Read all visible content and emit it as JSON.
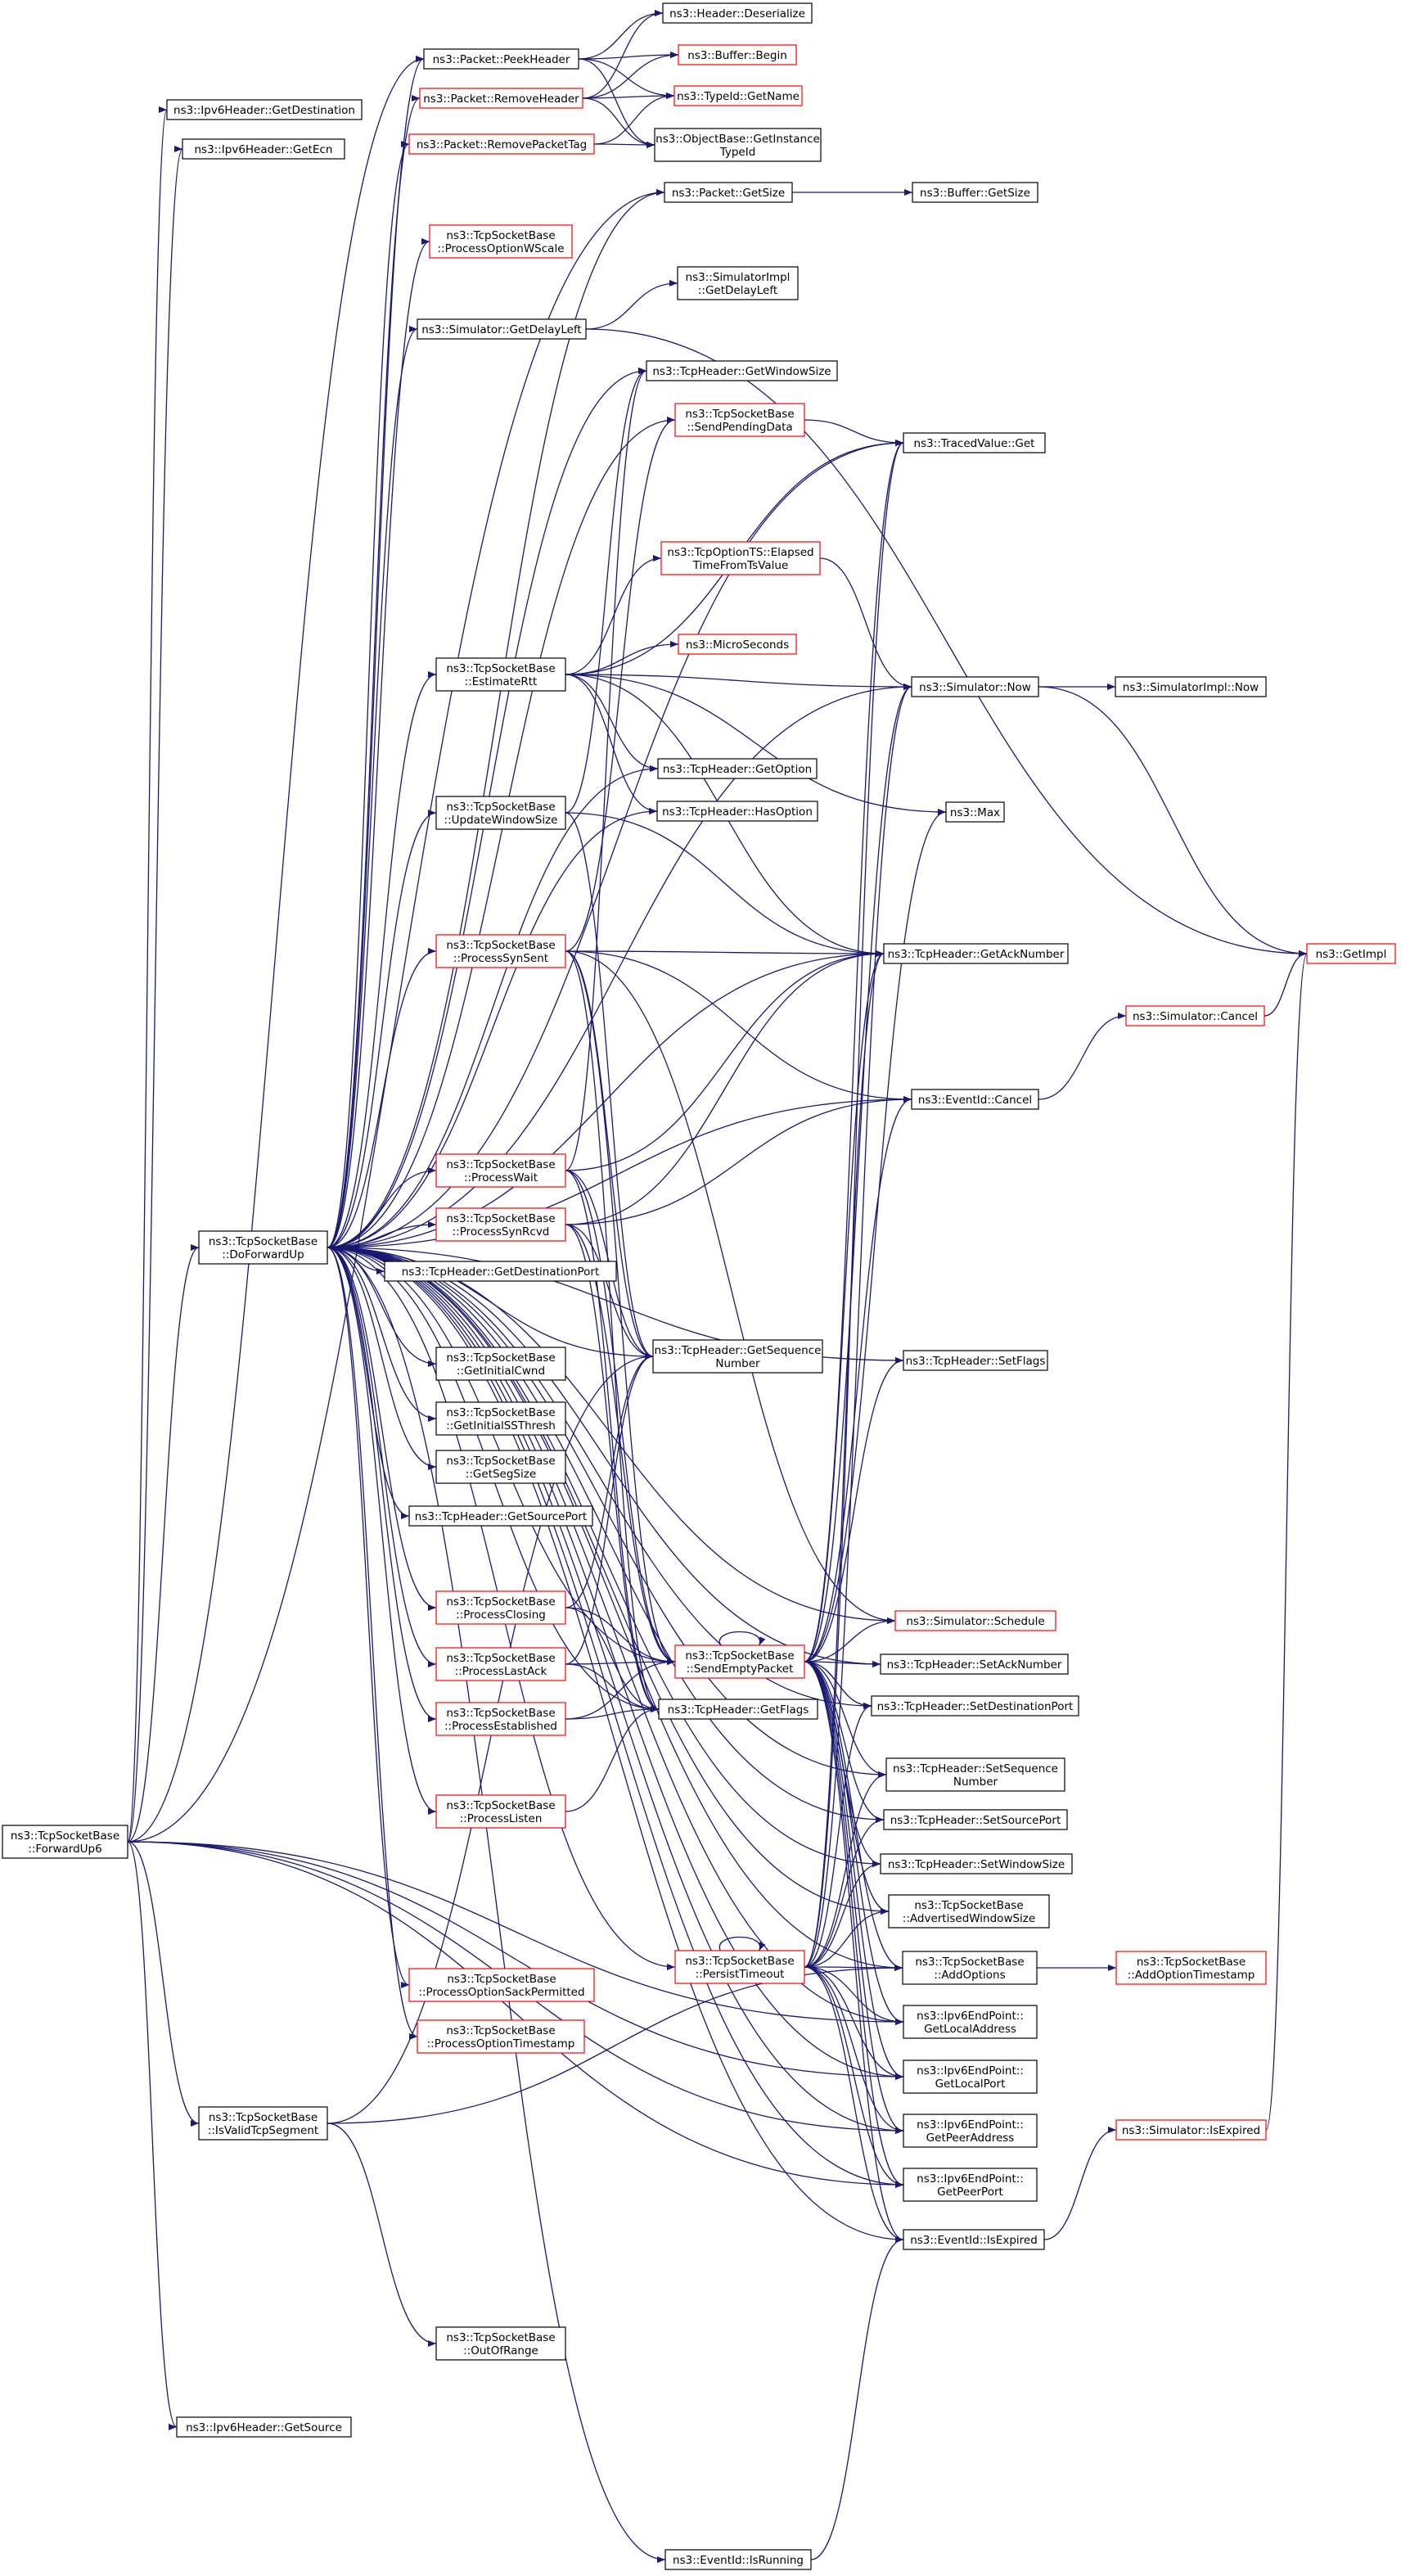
{
  "colors": {
    "edge": "#191970",
    "border_normal": "#000000",
    "border_hidden": "#ff0000",
    "root_fill": "#bfbfbf",
    "fill": "#ffffff"
  },
  "nodes": {
    "forwardup6": {
      "lines": [
        "ns3::TcpSocketBase",
        "::ForwardUp6"
      ],
      "style": "root"
    },
    "doforwardup": {
      "lines": [
        "ns3::TcpSocketBase",
        "::DoForwardUp"
      ],
      "style": "normal"
    },
    "isvalidtcpsegment": {
      "lines": [
        "ns3::TcpSocketBase",
        "::IsValidTcpSegment"
      ],
      "style": "normal"
    },
    "ipv6_getdestination": {
      "lines": [
        "ns3::Ipv6Header::GetDestination"
      ],
      "style": "normal"
    },
    "ipv6_getecn": {
      "lines": [
        "ns3::Ipv6Header::GetEcn"
      ],
      "style": "normal"
    },
    "ipv6_getsource": {
      "lines": [
        "ns3::Ipv6Header::GetSource"
      ],
      "style": "normal"
    },
    "peekheader": {
      "lines": [
        "ns3::Packet::PeekHeader"
      ],
      "style": "normal"
    },
    "removeheader": {
      "lines": [
        "ns3::Packet::RemoveHeader"
      ],
      "style": "red"
    },
    "removepackettag": {
      "lines": [
        "ns3::Packet::RemovePacketTag"
      ],
      "style": "red"
    },
    "header_deserialize": {
      "lines": [
        "ns3::Header::Deserialize"
      ],
      "style": "normal"
    },
    "buffer_begin": {
      "lines": [
        "ns3::Buffer::Begin"
      ],
      "style": "red"
    },
    "typeid_getname": {
      "lines": [
        "ns3::TypeId::GetName"
      ],
      "style": "red"
    },
    "objectbase_getinstancetypeid": {
      "lines": [
        "ns3::ObjectBase::GetInstance",
        "TypeId"
      ],
      "style": "normal"
    },
    "packet_getsize": {
      "lines": [
        "ns3::Packet::GetSize"
      ],
      "style": "normal"
    },
    "buffer_getsize": {
      "lines": [
        "ns3::Buffer::GetSize"
      ],
      "style": "normal"
    },
    "processoptionwscale": {
      "lines": [
        "ns3::TcpSocketBase",
        "::ProcessOptionWScale"
      ],
      "style": "red"
    },
    "simulator_getdelayleft": {
      "lines": [
        "ns3::Simulator::GetDelayLeft"
      ],
      "style": "normal"
    },
    "simimpl_getdelayleft": {
      "lines": [
        "ns3::SimulatorImpl",
        "::GetDelayLeft"
      ],
      "style": "normal"
    },
    "getwindowsize": {
      "lines": [
        "ns3::TcpHeader::GetWindowSize"
      ],
      "style": "normal"
    },
    "sendpendingdata": {
      "lines": [
        "ns3::TcpSocketBase",
        "::SendPendingData"
      ],
      "style": "red"
    },
    "tracedvalue_get": {
      "lines": [
        "ns3::TracedValue::Get"
      ],
      "style": "normal"
    },
    "elapsedtime": {
      "lines": [
        "ns3::TcpOptionTS::Elapsed",
        "TimeFromTsValue"
      ],
      "style": "red"
    },
    "microseconds": {
      "lines": [
        "ns3::MicroSeconds"
      ],
      "style": "red"
    },
    "estimatertt": {
      "lines": [
        "ns3::TcpSocketBase",
        "::EstimateRtt"
      ],
      "style": "normal"
    },
    "simulator_now": {
      "lines": [
        "ns3::Simulator::Now"
      ],
      "style": "normal"
    },
    "simimpl_now": {
      "lines": [
        "ns3::SimulatorImpl::Now"
      ],
      "style": "normal"
    },
    "getoption": {
      "lines": [
        "ns3::TcpHeader::GetOption"
      ],
      "style": "normal"
    },
    "hasoption": {
      "lines": [
        "ns3::TcpHeader::HasOption"
      ],
      "style": "normal"
    },
    "updatewindowsize": {
      "lines": [
        "ns3::TcpSocketBase",
        "::UpdateWindowSize"
      ],
      "style": "normal"
    },
    "max": {
      "lines": [
        "ns3::Max"
      ],
      "style": "normal"
    },
    "processsynsent": {
      "lines": [
        "ns3::TcpSocketBase",
        "::ProcessSynSent"
      ],
      "style": "red"
    },
    "getacknumber": {
      "lines": [
        "ns3::TcpHeader::GetAckNumber"
      ],
      "style": "normal"
    },
    "getimpl": {
      "lines": [
        "ns3::GetImpl"
      ],
      "style": "red"
    },
    "simulator_cancel": {
      "lines": [
        "ns3::Simulator::Cancel"
      ],
      "style": "red"
    },
    "eventid_cancel": {
      "lines": [
        "ns3::EventId::Cancel"
      ],
      "style": "normal"
    },
    "processwait": {
      "lines": [
        "ns3::TcpSocketBase",
        "::ProcessWait"
      ],
      "style": "red"
    },
    "processsynrcvd": {
      "lines": [
        "ns3::TcpSocketBase",
        "::ProcessSynRcvd"
      ],
      "style": "red"
    },
    "getdestinationport": {
      "lines": [
        "ns3::TcpHeader::GetDestinationPort"
      ],
      "style": "normal"
    },
    "getsequencenumber": {
      "lines": [
        "ns3::TcpHeader::GetSequence",
        "Number"
      ],
      "style": "normal"
    },
    "setflags": {
      "lines": [
        "ns3::TcpHeader::SetFlags"
      ],
      "style": "normal"
    },
    "getinitialcwnd": {
      "lines": [
        "ns3::TcpSocketBase",
        "::GetInitialCwnd"
      ],
      "style": "normal"
    },
    "getinitialssthresh": {
      "lines": [
        "ns3::TcpSocketBase",
        "::GetInitialSSThresh"
      ],
      "style": "normal"
    },
    "getsegsize": {
      "lines": [
        "ns3::TcpSocketBase",
        "::GetSegSize"
      ],
      "style": "normal"
    },
    "getsourceport": {
      "lines": [
        "ns3::TcpHeader::GetSourcePort"
      ],
      "style": "normal"
    },
    "processclosing": {
      "lines": [
        "ns3::TcpSocketBase",
        "::ProcessClosing"
      ],
      "style": "red"
    },
    "simulator_schedule": {
      "lines": [
        "ns3::Simulator::Schedule"
      ],
      "style": "red"
    },
    "sendemptypacket": {
      "lines": [
        "ns3::TcpSocketBase",
        "::SendEmptyPacket"
      ],
      "style": "red"
    },
    "processlastack": {
      "lines": [
        "ns3::TcpSocketBase",
        "::ProcessLastAck"
      ],
      "style": "red"
    },
    "setacknumber": {
      "lines": [
        "ns3::TcpHeader::SetAckNumber"
      ],
      "style": "normal"
    },
    "setdestinationport": {
      "lines": [
        "ns3::TcpHeader::SetDestinationPort"
      ],
      "style": "normal"
    },
    "processestablished": {
      "lines": [
        "ns3::TcpSocketBase",
        "::ProcessEstablished"
      ],
      "style": "red"
    },
    "getflags": {
      "lines": [
        "ns3::TcpHeader::GetFlags"
      ],
      "style": "normal"
    },
    "setsequencenumber": {
      "lines": [
        "ns3::TcpHeader::SetSequence",
        "Number"
      ],
      "style": "normal"
    },
    "processlisten": {
      "lines": [
        "ns3::TcpSocketBase",
        "::ProcessListen"
      ],
      "style": "red"
    },
    "setsourceport": {
      "lines": [
        "ns3::TcpHeader::SetSourcePort"
      ],
      "style": "normal"
    },
    "setwindowsize": {
      "lines": [
        "ns3::TcpHeader::SetWindowSize"
      ],
      "style": "normal"
    },
    "advertisedwindowsize": {
      "lines": [
        "ns3::TcpSocketBase",
        "::AdvertisedWindowSize"
      ],
      "style": "normal"
    },
    "persisttimeout": {
      "lines": [
        "ns3::TcpSocketBase",
        "::PersistTimeout"
      ],
      "style": "red"
    },
    "addoptions": {
      "lines": [
        "ns3::TcpSocketBase",
        "::AddOptions"
      ],
      "style": "normal"
    },
    "addoptiontimestamp": {
      "lines": [
        "ns3::TcpSocketBase",
        "::AddOptionTimestamp"
      ],
      "style": "red"
    },
    "processoptionsackpermitted": {
      "lines": [
        "ns3::TcpSocketBase",
        "::ProcessOptionSackPermitted"
      ],
      "style": "red"
    },
    "getlocaladdress": {
      "lines": [
        "ns3::Ipv6EndPoint::",
        "GetLocalAddress"
      ],
      "style": "normal"
    },
    "processoptiontimestamp": {
      "lines": [
        "ns3::TcpSocketBase",
        "::ProcessOptionTimestamp"
      ],
      "style": "red"
    },
    "getlocalport": {
      "lines": [
        "ns3::Ipv6EndPoint::",
        "GetLocalPort"
      ],
      "style": "normal"
    },
    "getpeeraddress": {
      "lines": [
        "ns3::Ipv6EndPoint::",
        "GetPeerAddress"
      ],
      "style": "normal"
    },
    "simulator_isexpired": {
      "lines": [
        "ns3::Simulator::IsExpired"
      ],
      "style": "red"
    },
    "getpeerport": {
      "lines": [
        "ns3::Ipv6EndPoint::",
        "GetPeerPort"
      ],
      "style": "normal"
    },
    "eventid_isexpired": {
      "lines": [
        "ns3::EventId::IsExpired"
      ],
      "style": "normal"
    },
    "outofrange": {
      "lines": [
        "ns3::TcpSocketBase",
        "::OutOfRange"
      ],
      "style": "normal"
    },
    "eventid_isrunning": {
      "lines": [
        "ns3::EventId::IsRunning"
      ],
      "style": "normal"
    }
  },
  "edges": [
    [
      "forwardup6",
      "doforwardup"
    ],
    [
      "forwardup6",
      "isvalidtcpsegment"
    ],
    [
      "forwardup6",
      "ipv6_getdestination"
    ],
    [
      "forwardup6",
      "ipv6_getecn"
    ],
    [
      "forwardup6",
      "ipv6_getsource"
    ],
    [
      "forwardup6",
      "peekheader"
    ],
    [
      "forwardup6",
      "packet_getsize"
    ],
    [
      "forwardup6",
      "getlocaladdress"
    ],
    [
      "forwardup6",
      "getlocalport"
    ],
    [
      "forwardup6",
      "getpeeraddress"
    ],
    [
      "forwardup6",
      "getpeerport"
    ],
    [
      "peekheader",
      "header_deserialize"
    ],
    [
      "peekheader",
      "buffer_begin"
    ],
    [
      "peekheader",
      "typeid_getname"
    ],
    [
      "peekheader",
      "objectbase_getinstancetypeid"
    ],
    [
      "removeheader",
      "header_deserialize"
    ],
    [
      "removeheader",
      "buffer_begin"
    ],
    [
      "removeheader",
      "typeid_getname"
    ],
    [
      "removeheader",
      "objectbase_getinstancetypeid"
    ],
    [
      "removepackettag",
      "typeid_getname"
    ],
    [
      "removepackettag",
      "objectbase_getinstancetypeid"
    ],
    [
      "packet_getsize",
      "buffer_getsize"
    ],
    [
      "simulator_getdelayleft",
      "simimpl_getdelayleft"
    ],
    [
      "simulator_getdelayleft",
      "getimpl"
    ],
    [
      "sendpendingdata",
      "tracedvalue_get"
    ],
    [
      "elapsedtime",
      "simulator_now"
    ],
    [
      "estimatertt",
      "tracedvalue_get"
    ],
    [
      "estimatertt",
      "elapsedtime"
    ],
    [
      "estimatertt",
      "microseconds"
    ],
    [
      "estimatertt",
      "simulator_now"
    ],
    [
      "estimatertt",
      "getoption"
    ],
    [
      "estimatertt",
      "hasoption"
    ],
    [
      "estimatertt",
      "max"
    ],
    [
      "estimatertt",
      "getacknumber"
    ],
    [
      "simulator_now",
      "simimpl_now"
    ],
    [
      "simulator_now",
      "getimpl"
    ],
    [
      "updatewindowsize",
      "getwindowsize"
    ],
    [
      "updatewindowsize",
      "getacknumber"
    ],
    [
      "updatewindowsize",
      "getsequencenumber"
    ],
    [
      "processsynsent",
      "sendpendingdata"
    ],
    [
      "processsynsent",
      "getacknumber"
    ],
    [
      "processsynsent",
      "eventid_cancel"
    ],
    [
      "processsynsent",
      "getsequencenumber"
    ],
    [
      "processsynsent",
      "sendemptypacket"
    ],
    [
      "processsynsent",
      "getflags"
    ],
    [
      "processsynsent",
      "simulator_schedule"
    ],
    [
      "simulator_cancel",
      "getimpl"
    ],
    [
      "eventid_cancel",
      "simulator_cancel"
    ],
    [
      "processwait",
      "getwindowsize"
    ],
    [
      "processwait",
      "getacknumber"
    ],
    [
      "processwait",
      "getsequencenumber"
    ],
    [
      "processwait",
      "sendemptypacket"
    ],
    [
      "processwait",
      "getflags"
    ],
    [
      "processsynrcvd",
      "eventid_cancel"
    ],
    [
      "processsynrcvd",
      "getacknumber"
    ],
    [
      "processsynrcvd",
      "getsequencenumber"
    ],
    [
      "processsynrcvd",
      "sendemptypacket"
    ],
    [
      "processsynrcvd",
      "getflags"
    ],
    [
      "processclosing",
      "getsequencenumber"
    ],
    [
      "processclosing",
      "sendemptypacket"
    ],
    [
      "processclosing",
      "getflags"
    ],
    [
      "processlastack",
      "getsequencenumber"
    ],
    [
      "processlastack",
      "sendemptypacket"
    ],
    [
      "processlastack",
      "getflags"
    ],
    [
      "processestablished",
      "sendemptypacket"
    ],
    [
      "processestablished",
      "getflags"
    ],
    [
      "processlisten",
      "getflags"
    ],
    [
      "sendemptypacket",
      "sendemptypacket"
    ],
    [
      "sendemptypacket",
      "tracedvalue_get"
    ],
    [
      "sendemptypacket",
      "simulator_now"
    ],
    [
      "sendemptypacket",
      "max"
    ],
    [
      "sendemptypacket",
      "getacknumber"
    ],
    [
      "sendemptypacket",
      "eventid_cancel"
    ],
    [
      "sendemptypacket",
      "setflags"
    ],
    [
      "sendemptypacket",
      "simulator_schedule"
    ],
    [
      "sendemptypacket",
      "setacknumber"
    ],
    [
      "sendemptypacket",
      "setdestinationport"
    ],
    [
      "sendemptypacket",
      "setsequencenumber"
    ],
    [
      "sendemptypacket",
      "setsourceport"
    ],
    [
      "sendemptypacket",
      "setwindowsize"
    ],
    [
      "sendemptypacket",
      "advertisedwindowsize"
    ],
    [
      "sendemptypacket",
      "addoptions"
    ],
    [
      "sendemptypacket",
      "getlocaladdress"
    ],
    [
      "sendemptypacket",
      "getlocalport"
    ],
    [
      "sendemptypacket",
      "getpeeraddress"
    ],
    [
      "sendemptypacket",
      "getpeerport"
    ],
    [
      "sendemptypacket",
      "eventid_isexpired"
    ],
    [
      "persisttimeout",
      "persisttimeout"
    ],
    [
      "persisttimeout",
      "tracedvalue_get"
    ],
    [
      "persisttimeout",
      "simulator_now"
    ],
    [
      "persisttimeout",
      "getacknumber"
    ],
    [
      "persisttimeout",
      "setdestinationport"
    ],
    [
      "persisttimeout",
      "setsequencenumber"
    ],
    [
      "persisttimeout",
      "setsourceport"
    ],
    [
      "persisttimeout",
      "setwindowsize"
    ],
    [
      "persisttimeout",
      "advertisedwindowsize"
    ],
    [
      "persisttimeout",
      "addoptions"
    ],
    [
      "persisttimeout",
      "getlocaladdress"
    ],
    [
      "persisttimeout",
      "getlocalport"
    ],
    [
      "persisttimeout",
      "getpeeraddress"
    ],
    [
      "persisttimeout",
      "getpeerport"
    ],
    [
      "persisttimeout",
      "eventid_isexpired"
    ],
    [
      "addoptions",
      "addoptiontimestamp"
    ],
    [
      "simulator_isexpired",
      "getimpl"
    ],
    [
      "eventid_isexpired",
      "simulator_isexpired"
    ],
    [
      "isvalidtcpsegment",
      "getsequencenumber"
    ],
    [
      "isvalidtcpsegment",
      "addoptions"
    ],
    [
      "isvalidtcpsegment",
      "outofrange"
    ],
    [
      "eventid_isrunning",
      "eventid_isexpired"
    ],
    [
      "doforwardup",
      "peekheader"
    ],
    [
      "doforwardup",
      "removeheader"
    ],
    [
      "doforwardup",
      "removepackettag"
    ],
    [
      "doforwardup",
      "packet_getsize"
    ],
    [
      "doforwardup",
      "processoptionwscale"
    ],
    [
      "doforwardup",
      "simulator_getdelayleft"
    ],
    [
      "doforwardup",
      "getwindowsize"
    ],
    [
      "doforwardup",
      "sendpendingdata"
    ],
    [
      "doforwardup",
      "tracedvalue_get"
    ],
    [
      "doforwardup",
      "estimatertt"
    ],
    [
      "doforwardup",
      "simulator_now"
    ],
    [
      "doforwardup",
      "getoption"
    ],
    [
      "doforwardup",
      "hasoption"
    ],
    [
      "doforwardup",
      "updatewindowsize"
    ],
    [
      "doforwardup",
      "processsynsent"
    ],
    [
      "doforwardup",
      "getacknumber"
    ],
    [
      "doforwardup",
      "eventid_cancel"
    ],
    [
      "doforwardup",
      "processwait"
    ],
    [
      "doforwardup",
      "processsynrcvd"
    ],
    [
      "doforwardup",
      "getdestinationport"
    ],
    [
      "doforwardup",
      "getsequencenumber"
    ],
    [
      "doforwardup",
      "setflags"
    ],
    [
      "doforwardup",
      "getinitialcwnd"
    ],
    [
      "doforwardup",
      "getinitialssthresh"
    ],
    [
      "doforwardup",
      "getsegsize"
    ],
    [
      "doforwardup",
      "getsourceport"
    ],
    [
      "doforwardup",
      "processclosing"
    ],
    [
      "doforwardup",
      "simulator_schedule"
    ],
    [
      "doforwardup",
      "sendemptypacket"
    ],
    [
      "doforwardup",
      "processlastack"
    ],
    [
      "doforwardup",
      "setacknumber"
    ],
    [
      "doforwardup",
      "setdestinationport"
    ],
    [
      "doforwardup",
      "processestablished"
    ],
    [
      "doforwardup",
      "getflags"
    ],
    [
      "doforwardup",
      "setsequencenumber"
    ],
    [
      "doforwardup",
      "processlisten"
    ],
    [
      "doforwardup",
      "setsourceport"
    ],
    [
      "doforwardup",
      "setwindowsize"
    ],
    [
      "doforwardup",
      "advertisedwindowsize"
    ],
    [
      "doforwardup",
      "persisttimeout"
    ],
    [
      "doforwardup",
      "addoptions"
    ],
    [
      "doforwardup",
      "processoptionsackpermitted"
    ],
    [
      "doforwardup",
      "getlocaladdress"
    ],
    [
      "doforwardup",
      "processoptiontimestamp"
    ],
    [
      "doforwardup",
      "getlocalport"
    ],
    [
      "doforwardup",
      "getpeeraddress"
    ],
    [
      "doforwardup",
      "getpeerport"
    ],
    [
      "doforwardup",
      "eventid_isexpired"
    ],
    [
      "doforwardup",
      "eventid_isrunning"
    ]
  ]
}
